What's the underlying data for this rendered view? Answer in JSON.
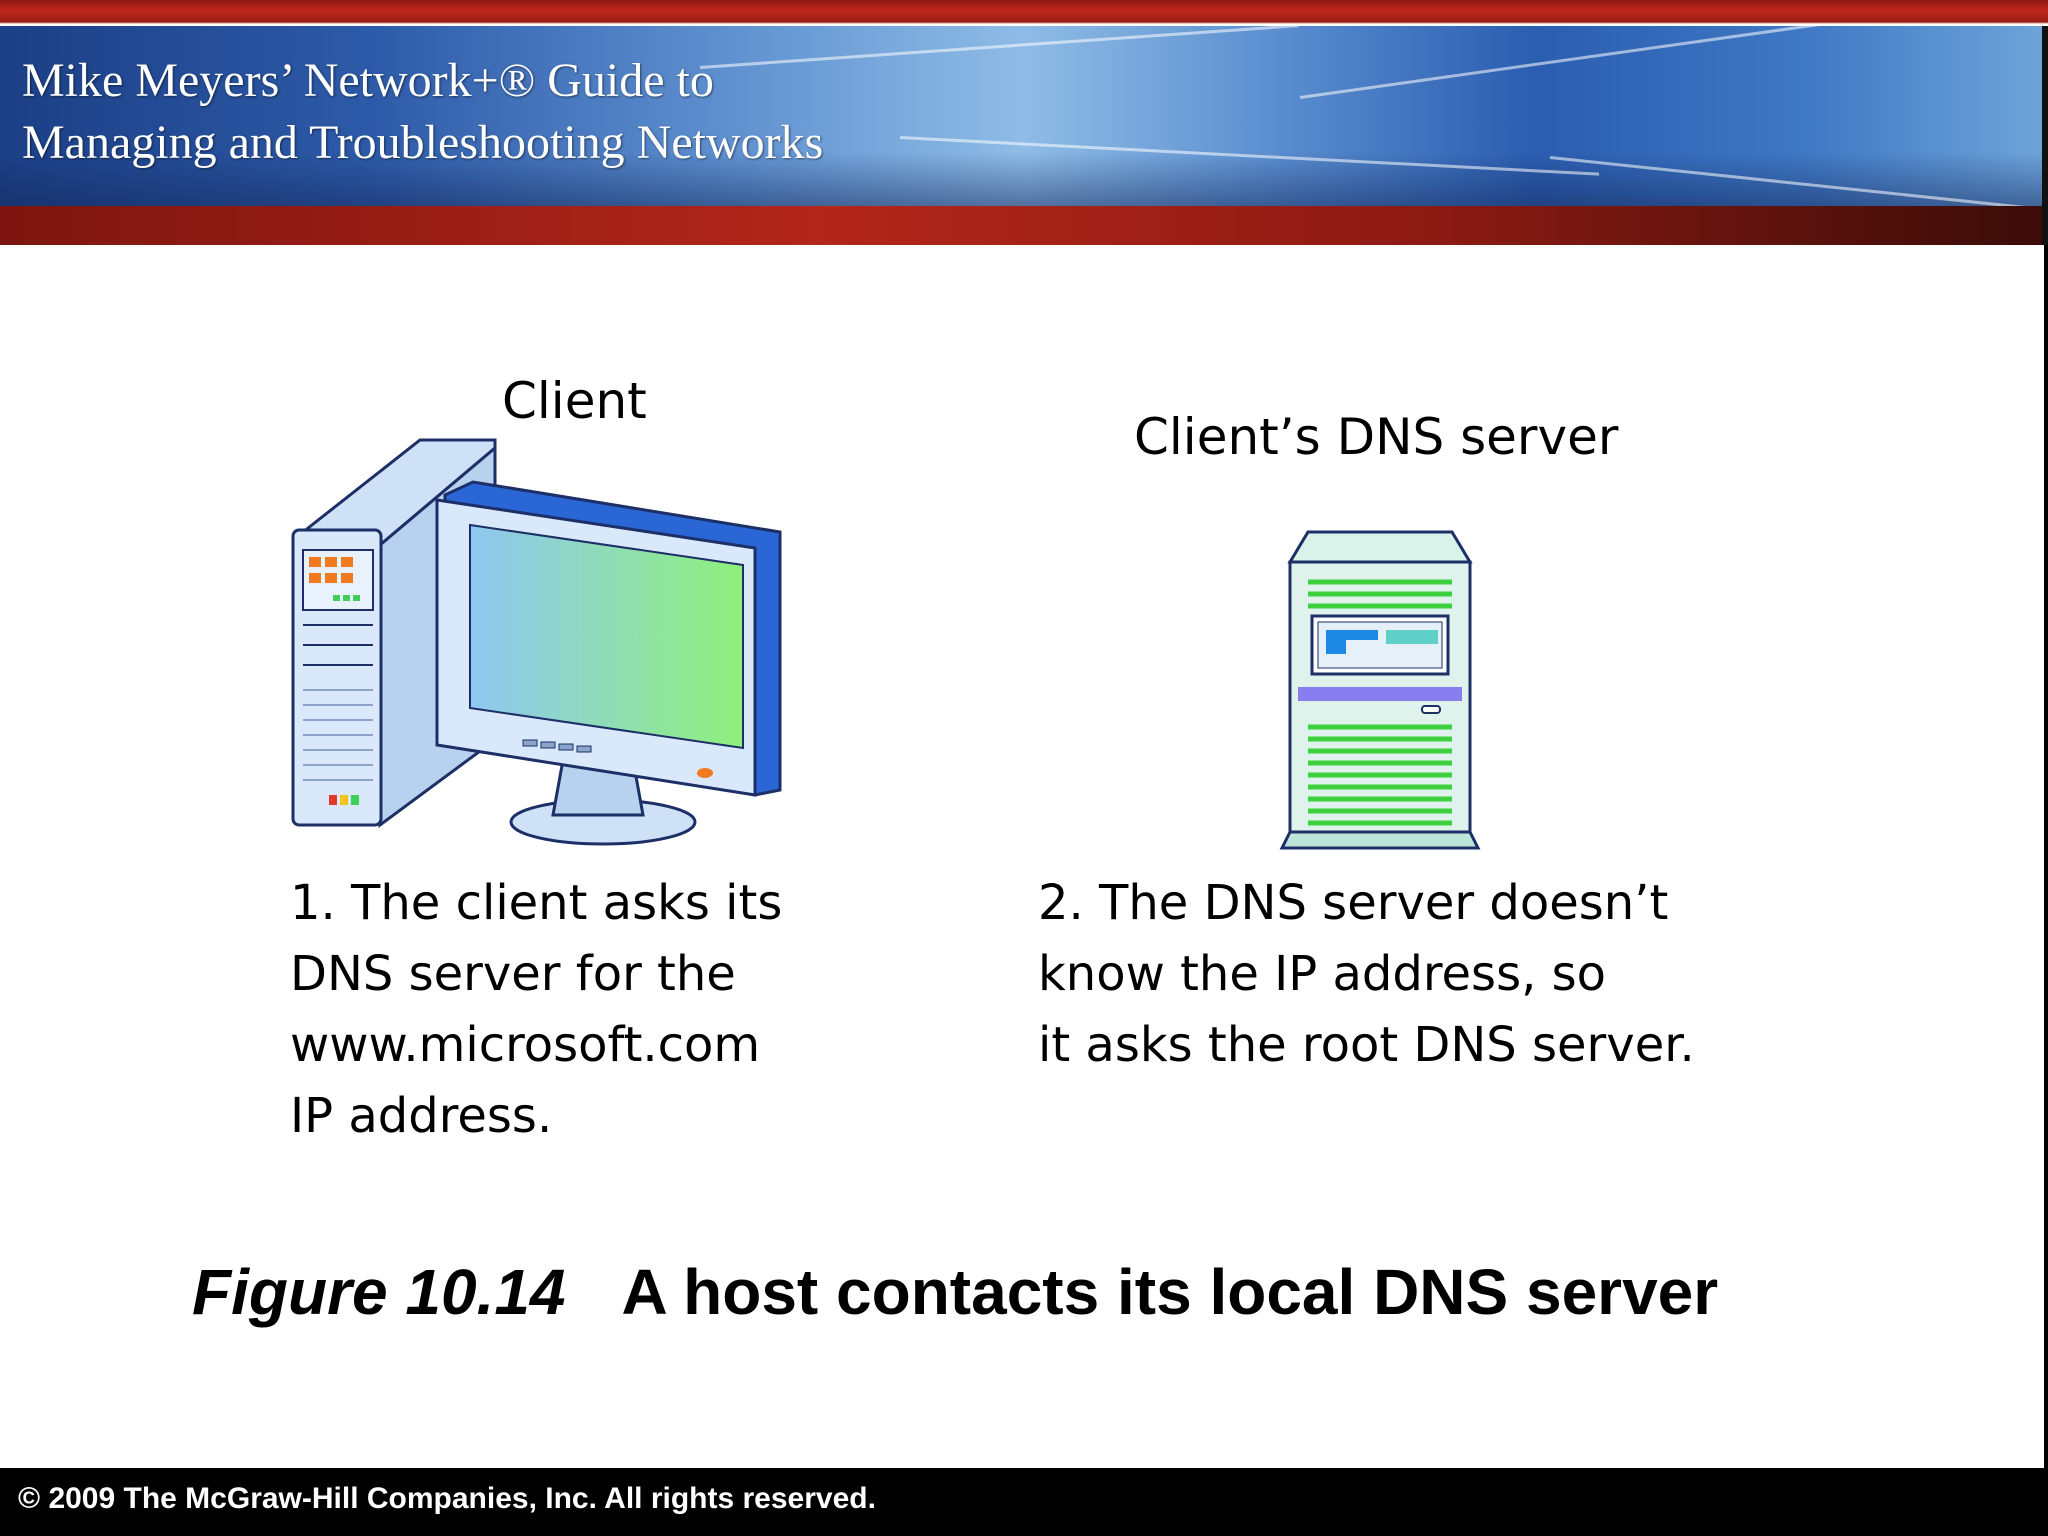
{
  "header": {
    "title_line1": "Mike Meyers’ Network+® Guide to",
    "title_line2": "Managing and Troubleshooting Networks"
  },
  "client": {
    "label": "Client",
    "description": [
      "1. The client asks its",
      "DNS server for the",
      "www.microsoft.com",
      "IP address."
    ]
  },
  "dns_server": {
    "label": "Client’s DNS server",
    "description": [
      "2. The DNS server doesn’t",
      "know the IP address, so",
      "it asks the root DNS server."
    ]
  },
  "caption": {
    "figure": "Figure 10.14",
    "text": "A host contacts its local DNS server"
  },
  "footer": {
    "copyright": "© 2009 The McGraw-Hill Companies, Inc. All rights reserved."
  },
  "colors": {
    "banner_red": "#b3261a",
    "banner_blue": "#2d5aa8",
    "server_green": "#3ed13e",
    "server_stripe": "#8a7df0"
  }
}
